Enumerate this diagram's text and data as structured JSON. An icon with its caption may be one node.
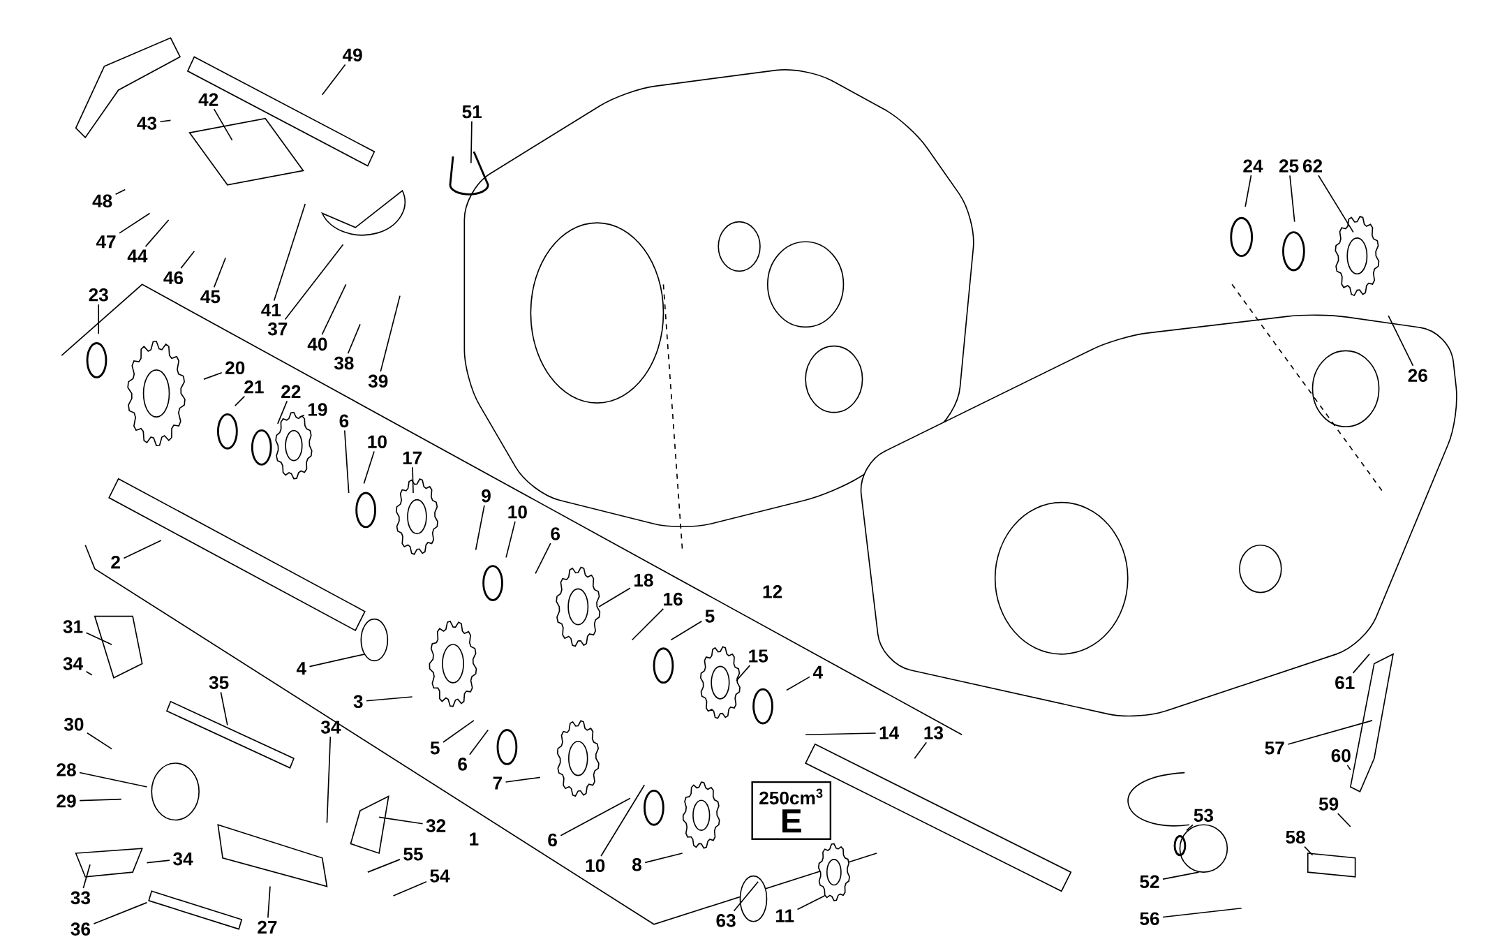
{
  "diagram": {
    "nodes": [
      {
        "text": [
          "49"
        ]
      },
      {
        "text": [
          "42"
        ]
      },
      {
        "text": [
          "43"
        ]
      },
      {
        "text": [
          "51"
        ]
      },
      {
        "text": [
          "48"
        ]
      },
      {
        "text": [
          "47"
        ]
      },
      {
        "text": [
          "44"
        ]
      },
      {
        "text": [
          "46"
        ]
      },
      {
        "text": [
          "45"
        ]
      },
      {
        "text": [
          "41"
        ]
      },
      {
        "text": [
          "37"
        ]
      },
      {
        "text": [
          "40"
        ]
      },
      {
        "text": [
          "38"
        ]
      },
      {
        "text": [
          "39"
        ]
      },
      {
        "text": [
          "24"
        ]
      },
      {
        "text": [
          "25"
        ]
      },
      {
        "text": [
          "62"
        ]
      },
      {
        "text": [
          "26"
        ]
      },
      {
        "text": [
          "23"
        ]
      },
      {
        "text": [
          "20"
        ]
      },
      {
        "text": [
          "21"
        ]
      },
      {
        "text": [
          "22"
        ]
      },
      {
        "text": [
          "19"
        ]
      },
      {
        "text": [
          "6"
        ]
      },
      {
        "text": [
          "10"
        ]
      },
      {
        "text": [
          "17"
        ]
      },
      {
        "text": [
          "9"
        ]
      },
      {
        "text": [
          "10"
        ]
      },
      {
        "text": [
          "6"
        ]
      },
      {
        "text": [
          "18"
        ]
      },
      {
        "text": [
          "16"
        ]
      },
      {
        "text": [
          "5"
        ]
      },
      {
        "text": [
          "2"
        ]
      },
      {
        "text": [
          "15"
        ]
      },
      {
        "text": [
          "4"
        ]
      },
      {
        "text": [
          "4"
        ]
      },
      {
        "text": [
          "3"
        ]
      },
      {
        "text": [
          "5"
        ]
      },
      {
        "text": [
          "6"
        ]
      },
      {
        "text": [
          "7"
        ]
      },
      {
        "text": [
          "14"
        ]
      },
      {
        "text": [
          "13"
        ]
      },
      {
        "text": [
          "31"
        ]
      },
      {
        "text": [
          "34"
        ]
      },
      {
        "text": [
          "35"
        ]
      },
      {
        "text": [
          "30"
        ]
      },
      {
        "text": [
          "34"
        ]
      },
      {
        "text": [
          "28"
        ]
      },
      {
        "text": [
          "29"
        ]
      },
      {
        "text": [
          "32"
        ]
      },
      {
        "text": [
          "34"
        ]
      },
      {
        "text": [
          "33"
        ]
      },
      {
        "text": [
          "36"
        ]
      },
      {
        "text": [
          "27"
        ]
      },
      {
        "text": [
          "55"
        ]
      },
      {
        "text": [
          "54"
        ]
      },
      {
        "text": [
          "10"
        ]
      },
      {
        "text": [
          "6"
        ]
      },
      {
        "text": [
          "8"
        ]
      },
      {
        "text": [
          "63"
        ]
      },
      {
        "text": [
          "11"
        ]
      },
      {
        "text": [
          "53"
        ]
      },
      {
        "text": [
          "52"
        ]
      },
      {
        "text": [
          "56"
        ]
      },
      {
        "text": [
          "61"
        ]
      },
      {
        "text": [
          "57"
        ]
      },
      {
        "text": [
          "60"
        ]
      },
      {
        "text": [
          "59"
        ]
      },
      {
        "text": [
          "58"
        ]
      },
      {
        "text": [
          "250cm$^{3}$",
          "E"
        ]
      }
    ],
    "edges": [
      {
        "from": 0,
        "to": null,
        "arrow": "none"
      },
      {
        "from": 1,
        "to": null,
        "arrow": "none"
      },
      {
        "from": 2,
        "to": null,
        "arrow": "none"
      },
      {
        "from": 3,
        "to": null,
        "arrow": "none"
      },
      {
        "from": 4,
        "to": null,
        "arrow": "none"
      },
      {
        "from": 5,
        "to": null,
        "arrow": "none"
      },
      {
        "from": 6,
        "to": null,
        "arrow": "none"
      },
      {
        "from": 7,
        "to": null,
        "arrow": "none"
      },
      {
        "from": 8,
        "to": null,
        "arrow": "none"
      },
      {
        "from": 9,
        "to": null,
        "arrow": "none"
      },
      {
        "from": 10,
        "to": null,
        "arrow": "none"
      },
      {
        "from": 11,
        "to": null,
        "arrow": "none"
      },
      {
        "from": 12,
        "to": null,
        "arrow": "none"
      },
      {
        "from": 13,
        "to": null,
        "arrow": "none"
      },
      {
        "from": 14,
        "to": null,
        "arrow": "none"
      },
      {
        "from": 15,
        "to": null,
        "arrow": "none"
      },
      {
        "from": 16,
        "to": null,
        "arrow": "none"
      },
      {
        "from": 17,
        "to": null,
        "arrow": "none"
      },
      {
        "from": 18,
        "to": null,
        "arrow": "none"
      },
      {
        "from": 19,
        "to": null,
        "arrow": "none"
      },
      {
        "from": 20,
        "to": null,
        "arrow": "none"
      },
      {
        "from": 21,
        "to": null,
        "arrow": "none"
      },
      {
        "from": 22,
        "to": null,
        "arrow": "none"
      },
      {
        "from": 23,
        "to": null,
        "arrow": "none"
      },
      {
        "from": 24,
        "to": null,
        "arrow": "none"
      },
      {
        "from": 25,
        "to": null,
        "arrow": "none"
      },
      {
        "from": 26,
        "to": null,
        "arrow": "none"
      },
      {
        "from": 27,
        "to": null,
        "arrow": "none"
      },
      {
        "from": 28,
        "to": null,
        "arrow": "none"
      },
      {
        "from": 29,
        "to": null,
        "arrow": "none"
      },
      {
        "from": 30,
        "to": null,
        "arrow": "none"
      },
      {
        "from": 31,
        "to": null,
        "arrow": "none"
      },
      {
        "from": 32,
        "to": null,
        "arrow": "none"
      },
      {
        "from": 33,
        "to": null,
        "arrow": "none"
      },
      {
        "from": 34,
        "to": null,
        "arrow": "none"
      },
      {
        "from": 35,
        "to": null,
        "arrow": "none"
      },
      {
        "from": 36,
        "to": null,
        "arrow": "none"
      },
      {
        "from": 37,
        "to": null,
        "arrow": "none"
      },
      {
        "from": 38,
        "to": null,
        "arrow": "none"
      },
      {
        "from": 39,
        "to": null,
        "arrow": "none"
      },
      {
        "from": 40,
        "to": null,
        "arrow": "none"
      },
      {
        "from": 41,
        "to": null,
        "arrow": "none"
      },
      {
        "from": 42,
        "to": null,
        "arrow": "none"
      },
      {
        "from": 43,
        "to": null,
        "arrow": "none"
      },
      {
        "from": 44,
        "to": null,
        "arrow": "none"
      },
      {
        "from": 45,
        "to": null,
        "arrow": "none"
      },
      {
        "from": 46,
        "to": null,
        "arrow": "none"
      },
      {
        "from": 47,
        "to": null,
        "arrow": "none"
      },
      {
        "from": 48,
        "to": null,
        "arrow": "none"
      },
      {
        "from": 49,
        "to": null,
        "arrow": "none"
      },
      {
        "from": 50,
        "to": null,
        "arrow": "none"
      },
      {
        "from": 51,
        "to": null,
        "arrow": "none"
      },
      {
        "from": 52,
        "to": null,
        "arrow": "none"
      },
      {
        "from": 53,
        "to": null,
        "arrow": "none"
      },
      {
        "from": 54,
        "to": null,
        "arrow": "none"
      },
      {
        "from": 55,
        "to": null,
        "arrow": "none"
      },
      {
        "from": 56,
        "to": null,
        "arrow": "none"
      },
      {
        "from": 57,
        "to": null,
        "arrow": "none"
      },
      {
        "from": 58,
        "to": null,
        "arrow": "none"
      },
      {
        "from": 59,
        "to": null,
        "arrow": "none"
      },
      {
        "from": 60,
        "to": null,
        "arrow": "none"
      },
      {
        "from": 61,
        "to": null,
        "arrow": "none"
      },
      {
        "from": 62,
        "to": null,
        "arrow": "none"
      },
      {
        "from": 63,
        "to": null,
        "arrow": "none"
      },
      {
        "from": 64,
        "to": null,
        "arrow": "none"
      },
      {
        "from": 65,
        "to": null,
        "arrow": "none"
      },
      {
        "from": 66,
        "to": null,
        "arrow": "none"
      },
      {
        "from": 67,
        "to": null,
        "arrow": "none"
      },
      {
        "from": 68,
        "to": null,
        "arrow": "none"
      }
    ],
    "labels": [
      "12",
      "1"
    ]
  }
}
